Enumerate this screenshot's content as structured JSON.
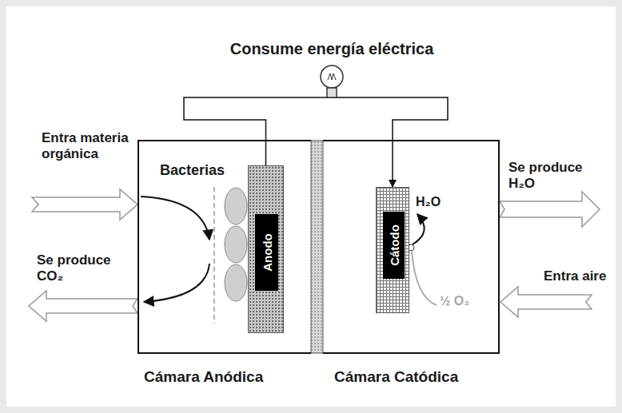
{
  "diagram": {
    "title": "Consume energía eléctrica",
    "nodes": [
      {
        "text": [
          "Cámara Anódica"
        ]
      },
      {
        "text": [
          "Anodo"
        ],
        "in": 0
      },
      {
        "text": [
          "Cámara Catódica"
        ]
      },
      {
        "text": [
          "Cátodo"
        ],
        "in": 2
      }
    ],
    "edges": [
      {
        "from": 1,
        "to": 3,
        "arrow": "to"
      }
    ],
    "labels": [
      "Entra materia orgánica",
      "Bacterias",
      "Se produce CO₂",
      "H₂O",
      "Se produce H₂O",
      "Entra aire",
      "½ O₂"
    ]
  }
}
